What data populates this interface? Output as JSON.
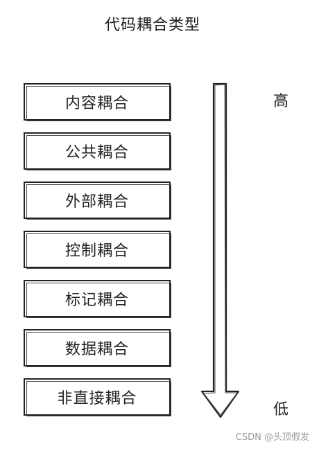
{
  "title": "代码耦合类型",
  "coupling_types": [
    "内容耦合",
    "公共耦合",
    "外部耦合",
    "控制耦合",
    "标记耦合",
    "数据耦合",
    "非直接耦合"
  ],
  "scale": {
    "high": "高",
    "low": "低"
  },
  "watermark": "CSDN @头顶假发"
}
